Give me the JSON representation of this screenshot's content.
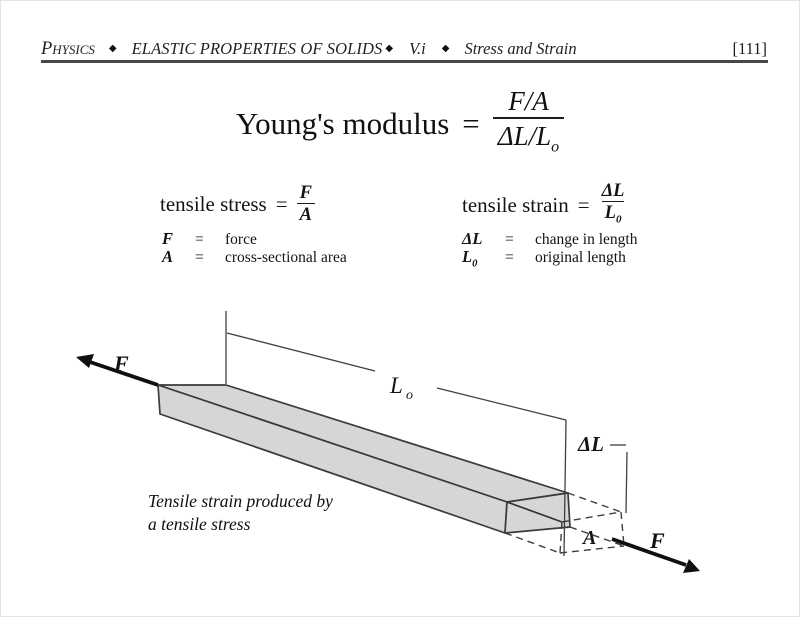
{
  "header": {
    "subject": "Physics",
    "sep": "◆",
    "chapter": "ELASTIC PROPERTIES OF SOLIDS",
    "section": "V.i",
    "topic": "Stress and Strain",
    "page_number": "[111]"
  },
  "main_formula": {
    "lhs": "Young's modulus",
    "eq": "=",
    "numerator": "F/A",
    "denominator": "ΔL/L",
    "denominator_sub": "o"
  },
  "stress_block": {
    "label": "tensile stress",
    "eq": "=",
    "num": "F",
    "den": "A",
    "defs": [
      {
        "sym": "F",
        "eq": "=",
        "text": "force"
      },
      {
        "sym": "A",
        "eq": "=",
        "text": "cross-sectional area"
      }
    ]
  },
  "strain_block": {
    "label": "tensile strain",
    "eq": "=",
    "num": "ΔL",
    "den": "L",
    "den_sub": "0",
    "defs": [
      {
        "sym": "ΔL",
        "eq": "=",
        "text": "change in length"
      },
      {
        "sym": "L",
        "sym_sub": "0",
        "eq": "=",
        "text": "original length"
      }
    ]
  },
  "diagram": {
    "force_label_left": "F",
    "force_label_right": "F",
    "length_label": "L",
    "length_label_sub": "o",
    "delta_label": "ΔL",
    "area_label": "A",
    "caption_line1": "Tensile strain produced by",
    "caption_line2": "a tensile stress",
    "bar_fill": "#d6d6d6",
    "line_color": "#3a3a3a"
  }
}
